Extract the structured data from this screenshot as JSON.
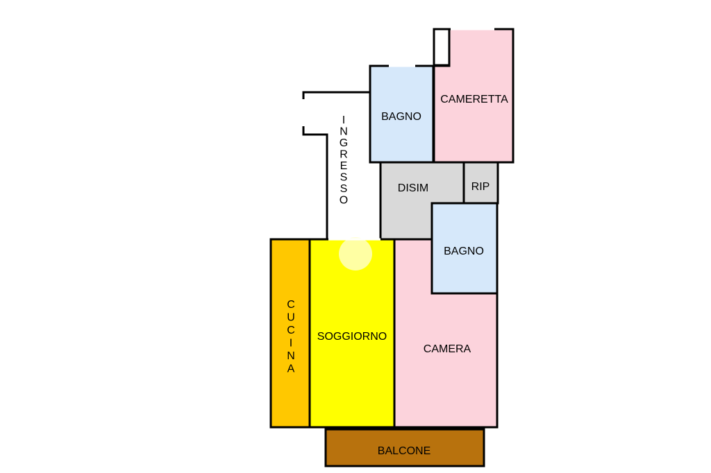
{
  "rooms": {
    "bagno_top": {
      "label": "BAGNO",
      "color": "#d6e8fa"
    },
    "cameretta": {
      "label": "CAMERETTA",
      "color": "#fcd3dc"
    },
    "disim": {
      "label": "DISIM",
      "color": "#d9d9d9"
    },
    "rip": {
      "label": "RIP",
      "color": "#d9d9d9"
    },
    "bagno_mid": {
      "label": "BAGNO",
      "color": "#d6e8fa"
    },
    "camera": {
      "label": "CAMERA",
      "color": "#fcd3dc"
    },
    "soggiorno": {
      "label": "SOGGIORNO",
      "color": "#ffff00"
    },
    "cucina": {
      "label": "CUCINA",
      "color": "#ffc800"
    },
    "balcone": {
      "label": "BALCONE",
      "color": "#b8720d"
    },
    "ingresso": {
      "label": "INGRESSO",
      "color": "#ffffff"
    }
  }
}
